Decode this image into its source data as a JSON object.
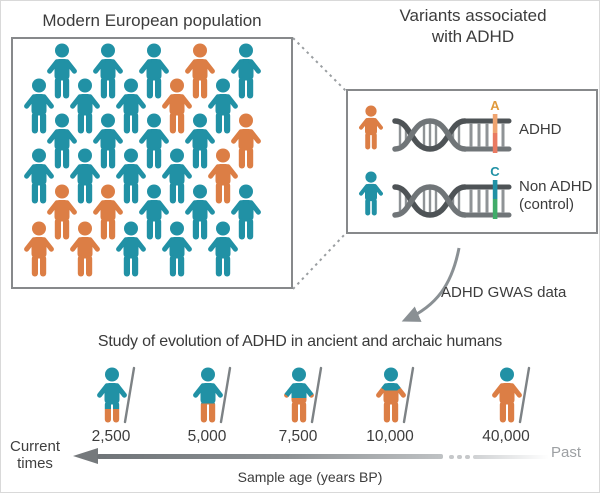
{
  "colors": {
    "teal": "#2191a5",
    "orange": "#dc7e45",
    "dna_dark": "#4e5356",
    "dna_mid": "#707578",
    "dna_rung": "#8f9396",
    "spear": "#7d8285",
    "arrow": "#8a9094",
    "connector": "#9a9ea1"
  },
  "left_panel": {
    "title": "Modern European population",
    "rows": [
      [
        "teal",
        "teal",
        "teal",
        "orange",
        "teal"
      ],
      [
        "teal",
        "teal",
        "teal",
        "orange",
        "teal"
      ],
      [
        "teal",
        "teal",
        "teal",
        "teal",
        "orange"
      ],
      [
        "teal",
        "teal",
        "teal",
        "teal",
        "orange"
      ],
      [
        "orange",
        "orange",
        "teal",
        "teal",
        "teal"
      ],
      [
        "orange",
        "orange",
        "teal",
        "teal",
        "teal"
      ]
    ]
  },
  "right_panel": {
    "title_line1": "Variants associated",
    "title_line2": "with ADHD",
    "rows": [
      {
        "person_color": "orange",
        "allele": "A",
        "allele_letter_color": "#e09a3d",
        "rung_top_color": "#efa470",
        "rung_bottom_color": "#e97a62",
        "label_lines": [
          "ADHD",
          ""
        ]
      },
      {
        "person_color": "teal",
        "allele": "C",
        "allele_letter_color": "#2191a5",
        "rung_top_color": "#2191a5",
        "rung_bottom_color": "#41ac6a",
        "label_lines": [
          "Non ADHD",
          "(control)"
        ]
      }
    ]
  },
  "gwas_label": "ADHD GWAS data",
  "study": {
    "heading": "Study of evolution of ADHD in ancient and archaic humans",
    "samples": [
      {
        "age_label": "2,500",
        "teal_fraction": 0.71
      },
      {
        "age_label": "5,000",
        "teal_fraction": 0.62
      },
      {
        "age_label": "7,500",
        "teal_fraction": 0.52
      },
      {
        "age_label": "10,000",
        "teal_fraction": 0.38
      },
      {
        "age_label": "40,000",
        "teal_fraction": 0.25
      }
    ],
    "timeline": {
      "left_label_lines": [
        "Current",
        "times"
      ],
      "right_label": "Past",
      "axis_label": "Sample age (years BP)"
    }
  }
}
